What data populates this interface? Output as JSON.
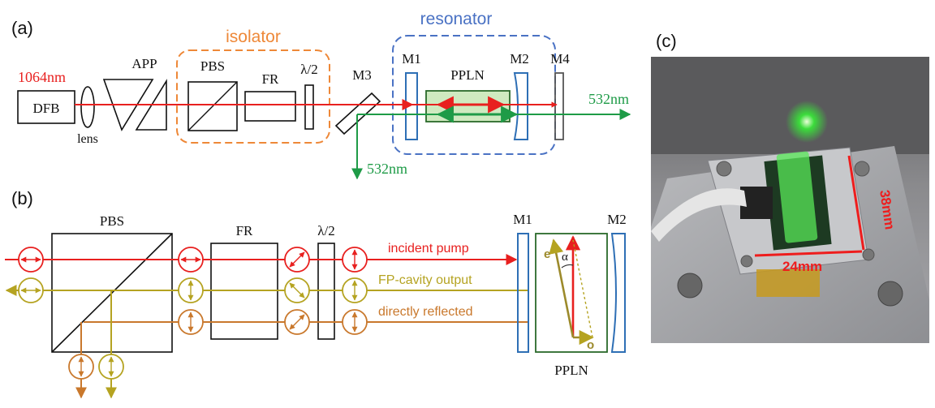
{
  "panels": {
    "a": "(a)",
    "b": "(b)",
    "c": "(c)"
  },
  "panel_a": {
    "wavelength_in": "1064nm",
    "dfb": "DFB",
    "lens": "lens",
    "app": "APP",
    "isolator": "isolator",
    "pbs": "PBS",
    "fr": "FR",
    "half_wave": "λ/2",
    "m3": "M3",
    "resonator": "resonator",
    "m1": "M1",
    "ppln": "PPLN",
    "m2": "M2",
    "m4": "M4",
    "out_right": "532nm",
    "out_down": "532nm"
  },
  "panel_b": {
    "pbs": "PBS",
    "fr": "FR",
    "half_wave": "λ/2",
    "m1": "M1",
    "m2": "M2",
    "ppln": "PPLN",
    "beam_incident": "incident pump",
    "beam_cavity": "FP-cavity output",
    "beam_reflected": "directly reflected",
    "axis_e": "e",
    "axis_o": "o",
    "angle": "α"
  },
  "panel_c": {
    "dim_height": "38mm",
    "dim_width": "24mm"
  },
  "colors": {
    "pump_red": "#e8201f",
    "green": "#1e9b47",
    "isolator_orange": "#ee8838",
    "resonator_blue": "#4a72c4",
    "mirror_blue": "#2e6fb5",
    "olive": "#b5a321",
    "brown": "#c9782c",
    "crystal_green": "#cfeac0"
  }
}
